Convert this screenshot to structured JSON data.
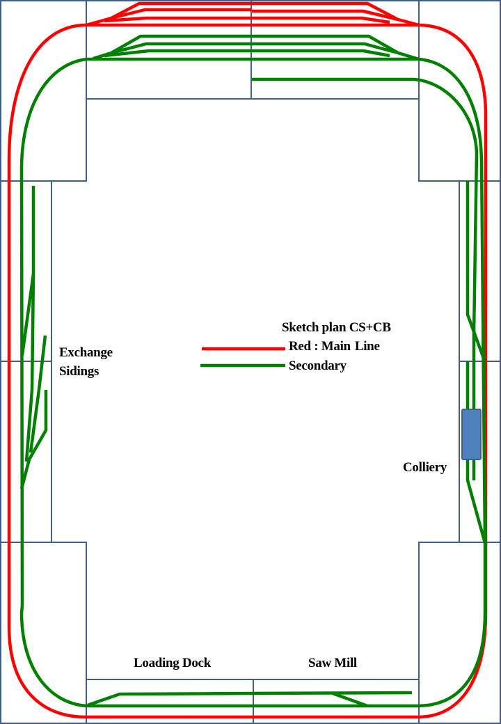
{
  "title": "Sketch plan CS+CB",
  "legend": {
    "main_label": "Red : Main",
    "main_label_wrap": "Line",
    "secondary_label": "Secondary"
  },
  "labels": {
    "exchange_sidings_1": "Exchange",
    "exchange_sidings_2": "Sidings",
    "colliery": "Colliery",
    "loading_dock": "Loading Dock",
    "saw_mill": "Saw Mill"
  },
  "colors": {
    "main_line": "#ff0000",
    "secondary_line": "#008000",
    "board_outline": "#3f5f8a",
    "colliery_building": "#4f81bd",
    "colliery_building_stroke": "#3a5f8e"
  }
}
